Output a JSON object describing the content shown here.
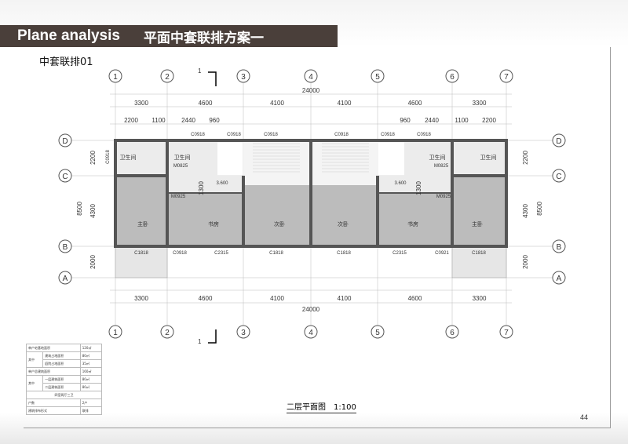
{
  "header": {
    "title_en": "Plane analysis",
    "title_cn": "平面中套联排方案一"
  },
  "subtitle": "中套联排01",
  "plan": {
    "axes_x": [
      "1",
      "2",
      "3",
      "4",
      "5",
      "6",
      "7"
    ],
    "axes_y": [
      "D",
      "C",
      "B",
      "A"
    ],
    "section_mark": "1",
    "total_dim": "24000",
    "bay_dims": [
      "3300",
      "4600",
      "4100",
      "4100",
      "4600",
      "3300"
    ],
    "sub_dims": [
      "2200",
      "1100",
      "2440",
      "960",
      "960",
      "2440",
      "1100",
      "2200"
    ],
    "vert_dims": [
      "2200",
      "4300",
      "2000"
    ],
    "vert_total": "8500",
    "top_windows": [
      "C0918",
      "C0918",
      "C0918",
      "C0918",
      "C0918",
      "C0918"
    ],
    "bottom_windows": [
      "C1818",
      "C0918",
      "C2315",
      "C1818",
      "C1818",
      "C2315",
      "C0921",
      "C1818"
    ],
    "side_window": "C0918",
    "doors": [
      "M0825",
      "M0925",
      "M0925",
      "M0925"
    ],
    "rooms": [
      "卫生间",
      "卫生间",
      "卫生间",
      "卫生间",
      "主卧",
      "书房",
      "次卧",
      "次卧",
      "书房",
      "主卧"
    ],
    "level": "3.600",
    "stair_dim": "1300"
  },
  "info_table": {
    "r1": [
      "单户宅基地面积",
      "120㎡"
    ],
    "r2": [
      "其中",
      "建筑占地面积",
      "80㎡"
    ],
    "r3": [
      "庭院占地面积",
      "35㎡"
    ],
    "r4": [
      "单户总建筑面积",
      "160㎡"
    ],
    "r5": [
      "其中",
      "一层建筑面积",
      "80㎡"
    ],
    "r6": [
      "二层建筑面积",
      "80㎡"
    ],
    "r7": "四室两厅三卫",
    "r8": [
      "户数",
      "2户"
    ],
    "r9": [
      "建筑排布形式",
      "联排"
    ]
  },
  "plan_title": "二层平面图　1:100",
  "page_number": "44"
}
